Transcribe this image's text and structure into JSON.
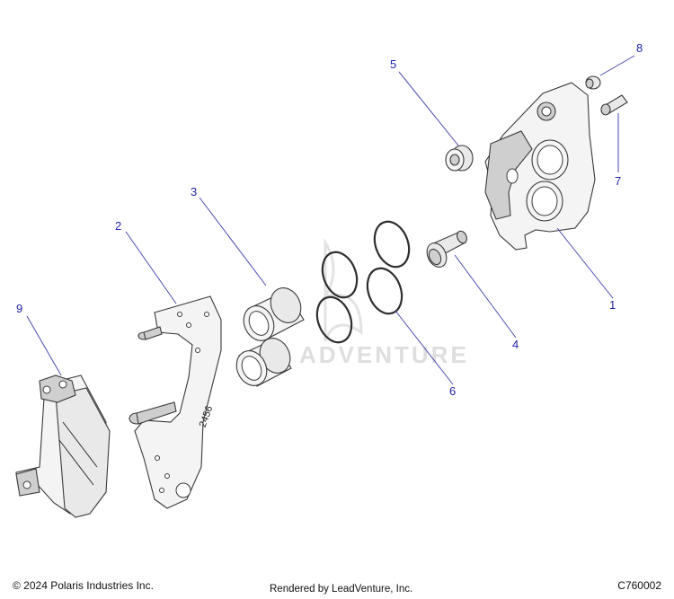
{
  "callouts": [
    "1",
    "2",
    "3",
    "4",
    "5",
    "6",
    "7",
    "8",
    "9"
  ],
  "stamp": "2456",
  "watermark": "ADVENTURE",
  "footer": {
    "copyright": "© 2024 Polaris Industries Inc.",
    "rendered_by": "Rendered by LeadVenture, Inc.",
    "catalog_code": "C760002"
  },
  "colors": {
    "callout": "#1f1fa8",
    "leader": "#4a4ab0",
    "line_art": "#3a3a3a"
  }
}
